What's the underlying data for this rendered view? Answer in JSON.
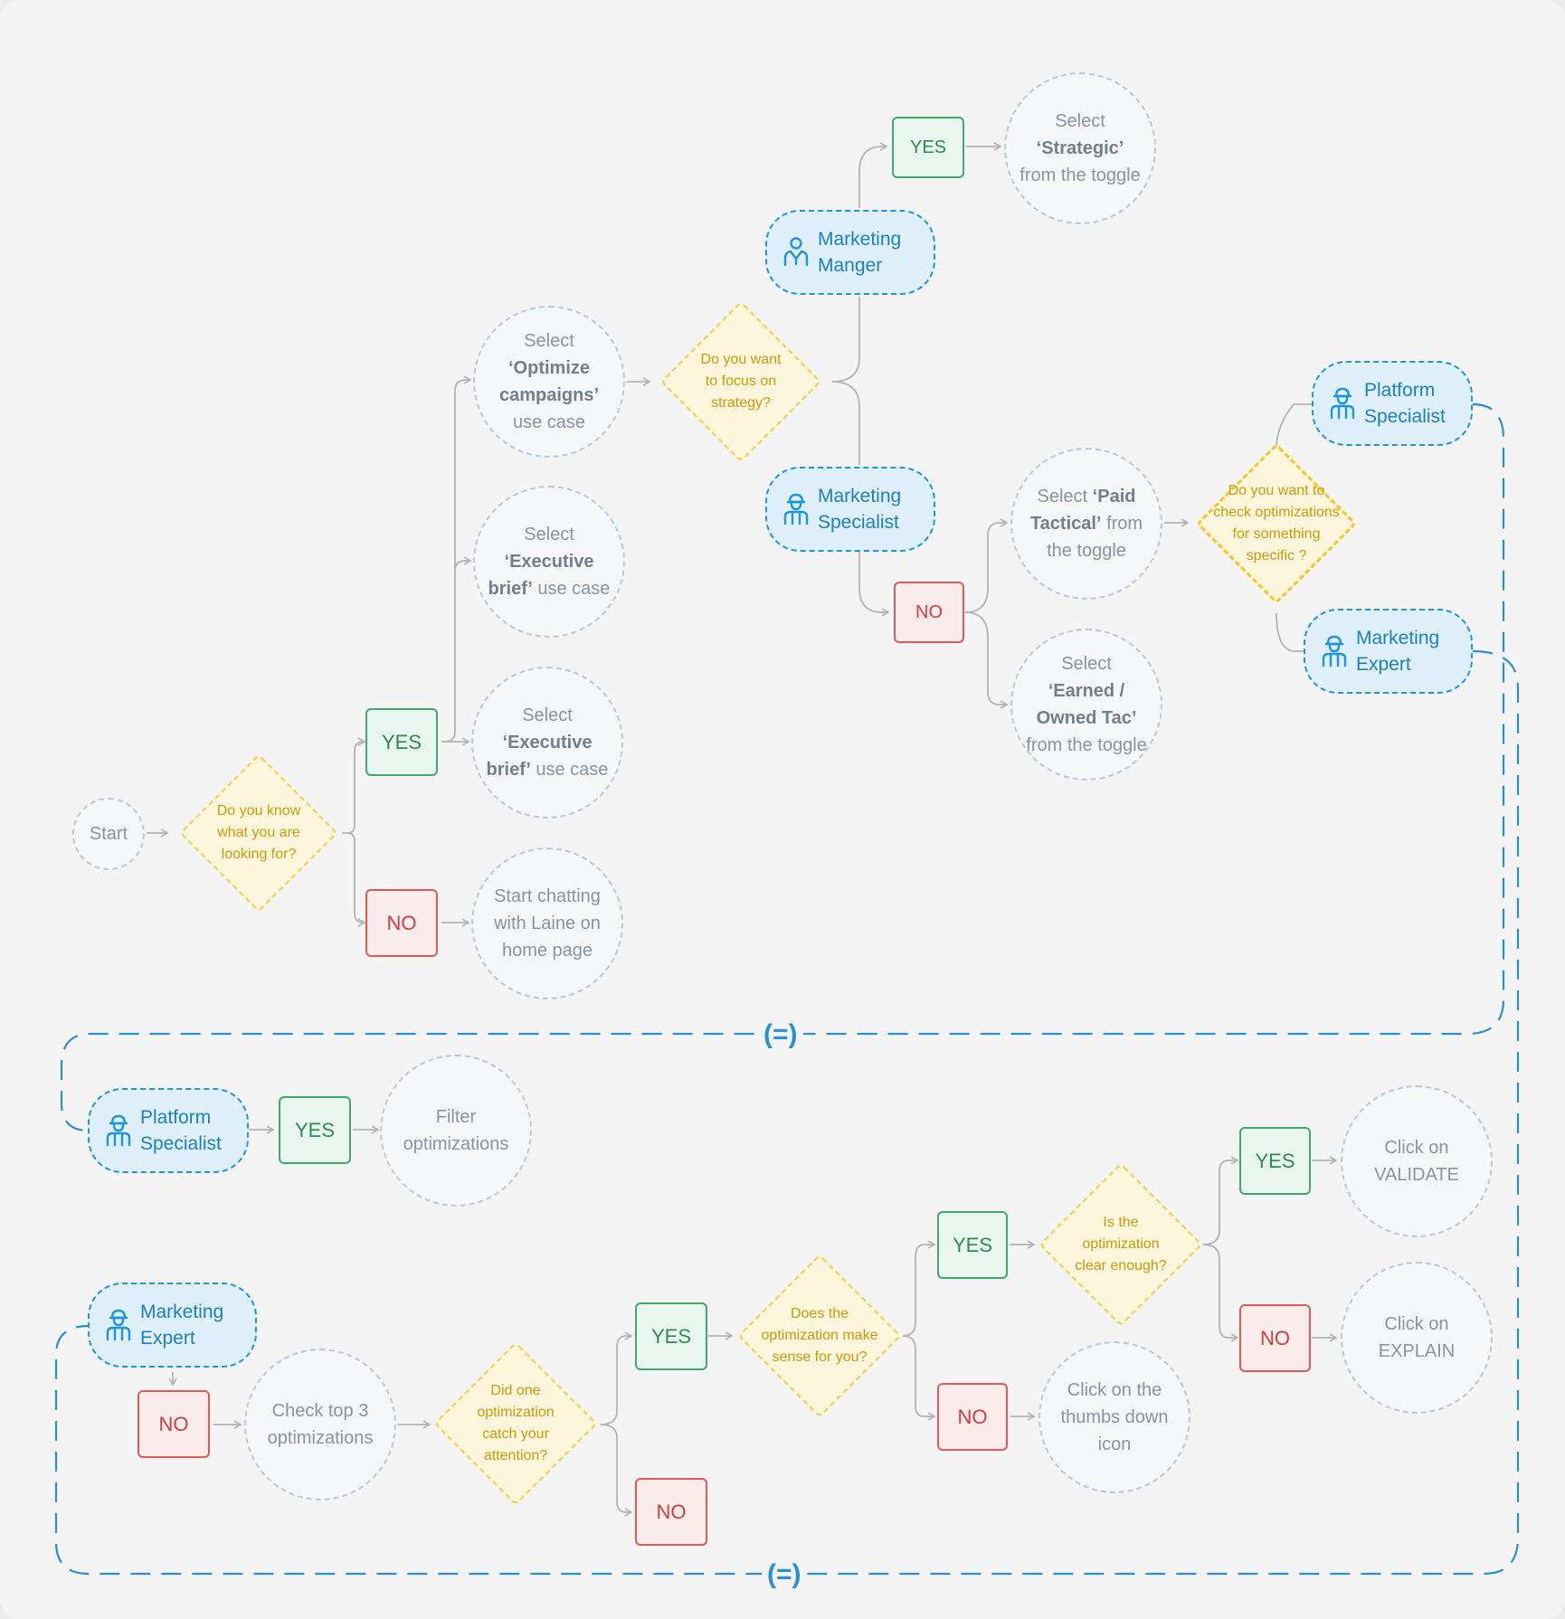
{
  "start": "Start",
  "q_know": "Do you know what you are looking for?",
  "q_strategy": "Do you want to focus on strategy?",
  "q_specific": "Do you want to check optimizations for something specific ?",
  "q_catch": "Did one optimization catch your attention?",
  "q_sense": "Does the optimization make sense for you?",
  "q_clear": "Is the optimization clear enough?",
  "yes": "YES",
  "no": "NO",
  "roles": {
    "marketing_manager": [
      "Marketing",
      "Manger"
    ],
    "marketing_specialist": [
      "Marketing",
      "Specialist"
    ],
    "platform_specialist": [
      "Platform",
      "Specialist"
    ],
    "marketing_expert": [
      "Marketing",
      "Expert"
    ]
  },
  "actions": {
    "optimize": {
      "pre": "Select",
      "bold": "‘Optimize campaigns’",
      "post": "use case"
    },
    "exec1": {
      "pre": "Select",
      "bold": "‘Executive brief’",
      "post": "use case"
    },
    "exec2": {
      "pre": "Select",
      "bold": "‘Executive brief’",
      "post": "use case"
    },
    "chat": "Start chatting with Laine on home page",
    "strategic": {
      "pre": "Select",
      "bold": "‘Strategic’",
      "post": "from the toggle"
    },
    "paid": {
      "pre": "Select",
      "bold": "‘Paid Tactical’",
      "post": "from the toggle"
    },
    "earned": {
      "pre": "Select",
      "bold": "‘Earned / Owned Tac’",
      "post": "from the toggle"
    },
    "filter": "Filter optimizations",
    "top3": "Check top 3 optimizations",
    "thumbs": "Click on the thumbs down icon",
    "validate": "Click on VALIDATE",
    "explain": "Click on EXPLAIN"
  },
  "equal_mark": "(=)",
  "icons": [
    "person-icon",
    "engineer-icon"
  ],
  "colors": {
    "yes": "#41a96a",
    "no": "#e05a5a",
    "role": "#1f94df",
    "question": "#f2cd45",
    "connector": "#b3b3b3"
  }
}
